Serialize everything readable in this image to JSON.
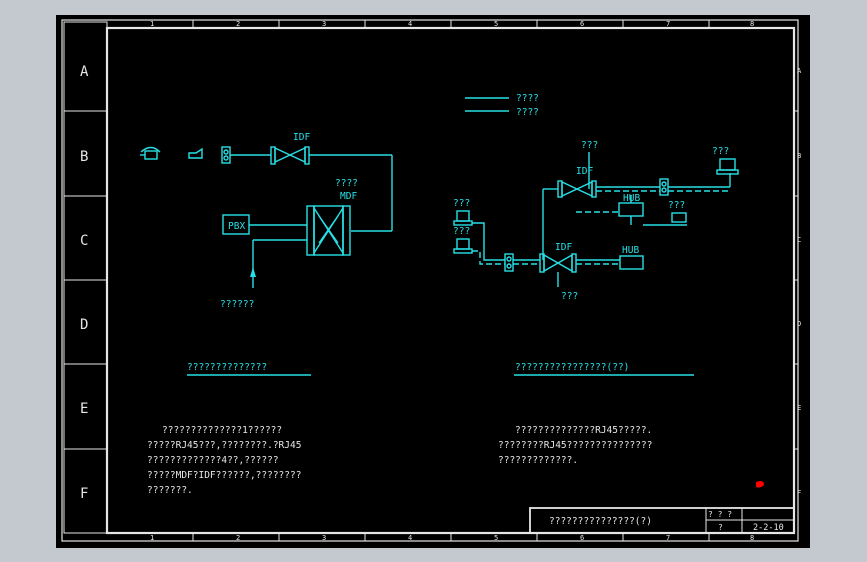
{
  "border": {
    "column_numbers": [
      "1",
      "2",
      "3",
      "4",
      "5",
      "6",
      "7",
      "8"
    ],
    "row_letters": [
      "A",
      "B",
      "C",
      "D",
      "E",
      "F"
    ]
  },
  "legend": {
    "solid_line_label": "????",
    "dashed_line_label": "????"
  },
  "left_diagram": {
    "idf_label": "IDF",
    "mdf_label_top": "????",
    "mdf_label": "MDF",
    "pbx_label": "PBX",
    "incoming_label": "??????",
    "caption": "??????????????"
  },
  "right_diagram": {
    "top_device_label": "???",
    "top_idf_label": "IDF",
    "top_hub_label": "HUB",
    "right_computer_label": "???",
    "right_computer2_label": "???",
    "left_computer1_label": "???",
    "left_computer2_label": "???",
    "bottom_idf_label": "IDF",
    "bottom_hub_label": "HUB",
    "bottom_device_label": "???",
    "caption": "????????????????(??)"
  },
  "notes": {
    "left": [
      "??????????????1??????",
      "?????RJ45???,????????.?RJ45",
      "?????????????4??,??????",
      "?????MDF?IDF??????,????????",
      "???????."
    ],
    "right": [
      "??????????????RJ45?????.",
      "????????RJ45???????????????",
      "?????????????."
    ]
  },
  "title_block": {
    "title": "???????????????(?)",
    "cell_top": "? ? ?",
    "cell_bottom_left": "?",
    "sheet_number": "2-2-10"
  },
  "colors": {
    "line": "#27e0e6",
    "frame": "#e6e6e6",
    "background": "#000000",
    "marker": "#ff0000"
  }
}
